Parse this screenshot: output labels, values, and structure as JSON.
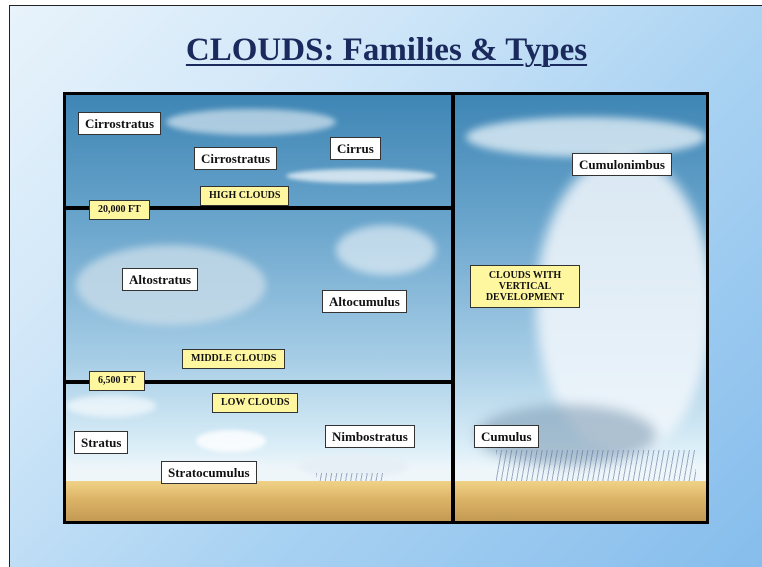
{
  "title": "CLOUDS: Families & Types",
  "labels": {
    "cirrostratus_1": "Cirrostratus",
    "cirrostratus_2": "Cirrostratus",
    "cirrus": "Cirrus",
    "altostratus": "Altostratus",
    "altocumulus": "Altocumulus",
    "stratus": "Stratus",
    "stratocumulus": "Stratocumulus",
    "nimbostratus": "Nimbostratus",
    "cumulonimbus": "Cumulonimbus",
    "cumulus": "Cumulus"
  },
  "tags": {
    "high": "HIGH CLOUDS",
    "middle": "MIDDLE CLOUDS",
    "low": "LOW CLOUDS",
    "vertical": "CLOUDS WITH VERTICAL DEVELOPMENT",
    "alt_20000": "20,000 FT",
    "alt_6500": "6,500 FT"
  },
  "colors": {
    "title": "#1a2a5c",
    "tag_bg": "#fff7a0",
    "sky_top": "#3f86b5",
    "ground": "#dcb467"
  }
}
